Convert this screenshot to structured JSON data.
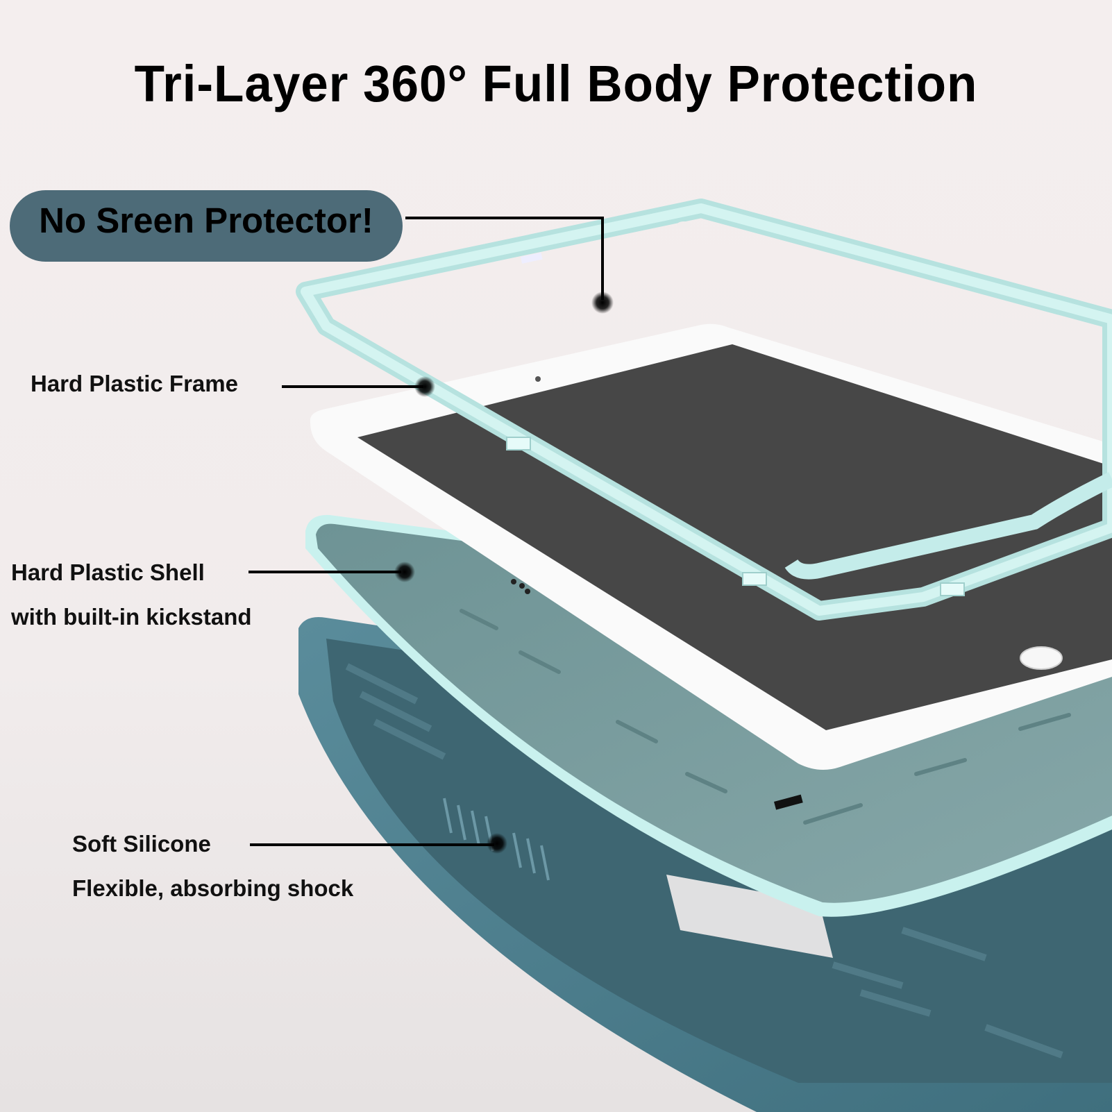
{
  "title": "Tri-Layer 360° Full Body Protection",
  "badge": {
    "label": "No Sreen Protector!"
  },
  "callouts": [
    {
      "id": "frame",
      "lines": [
        "Hard Plastic Frame"
      ]
    },
    {
      "id": "shell",
      "lines": [
        "Hard Plastic Shell",
        "with built-in kickstand"
      ]
    },
    {
      "id": "silicone",
      "lines": [
        "Soft Silicone",
        "Flexible, absorbing shock"
      ]
    }
  ],
  "colors": {
    "background": "#f2eded",
    "badge": "#4d6b78",
    "frame": "#c8ebe8",
    "tablet_bezel": "#fbfbfb",
    "tablet_screen": "#474747",
    "shell": "#7e9fa1",
    "silicone": "#4f7f8e",
    "text": "#000000"
  }
}
